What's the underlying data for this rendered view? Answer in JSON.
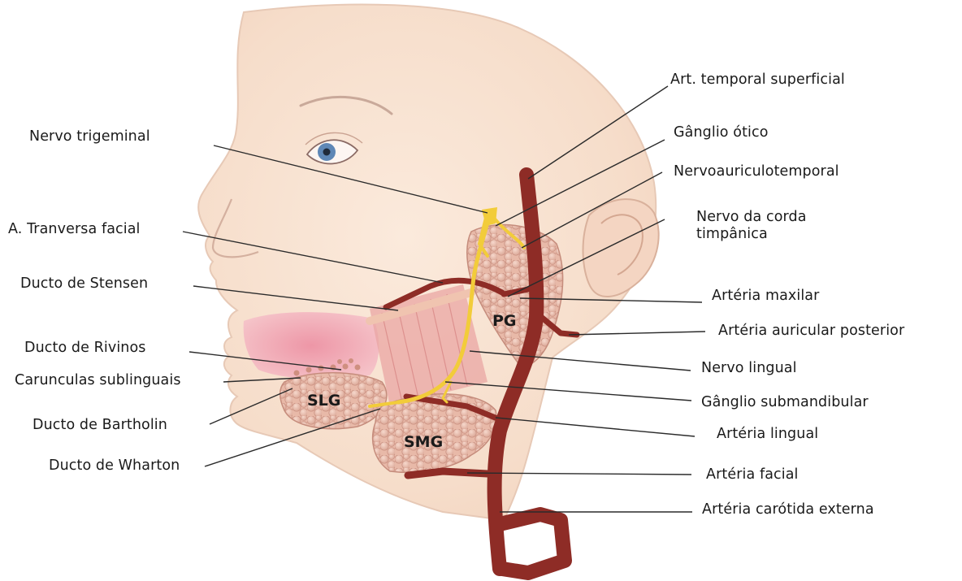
{
  "labels": {
    "art_temporal_superficial": "Art. temporal superficial",
    "ganglio_otico": "Gânglio ótico",
    "nervoauriculotemporal": "Nervoauriculotemporal",
    "nervo_corda_timpanica": "Nervo da corda\ntimpânica",
    "arteria_maxilar": "Artéria maxilar",
    "arteria_auricular_posterior": "Artéria auricular posterior",
    "nervo_lingual": "Nervo lingual",
    "ganglio_submandibular": "Gânglio submandibular",
    "arteria_lingual": "Artéria lingual",
    "arteria_facial": "Artéria facial",
    "arteria_carotida_externa": "Artéria carótida externa",
    "nervo_trigeminal": "Nervo trigeminal",
    "a_transversa_facial": "A. Tranversa facial",
    "ducto_stensen": "Ducto de Stensen",
    "ducto_rivinos": "Ducto de Rivinos",
    "carunculas_sublinguais": "Carunculas sublinguais",
    "ducto_bartholin": "Ducto de Bartholin",
    "ducto_wharton": "Ducto de Wharton"
  },
  "glands": {
    "pg": "PG",
    "slg": "SLG",
    "smg": "SMG"
  },
  "colors": {
    "skin": "#f8e3d3",
    "artery": "#8e2c26",
    "nerve": "#f2cc3a",
    "gland": "#ebbfae",
    "lips": "#ef9fb0",
    "leader": "#2b2b2b"
  }
}
